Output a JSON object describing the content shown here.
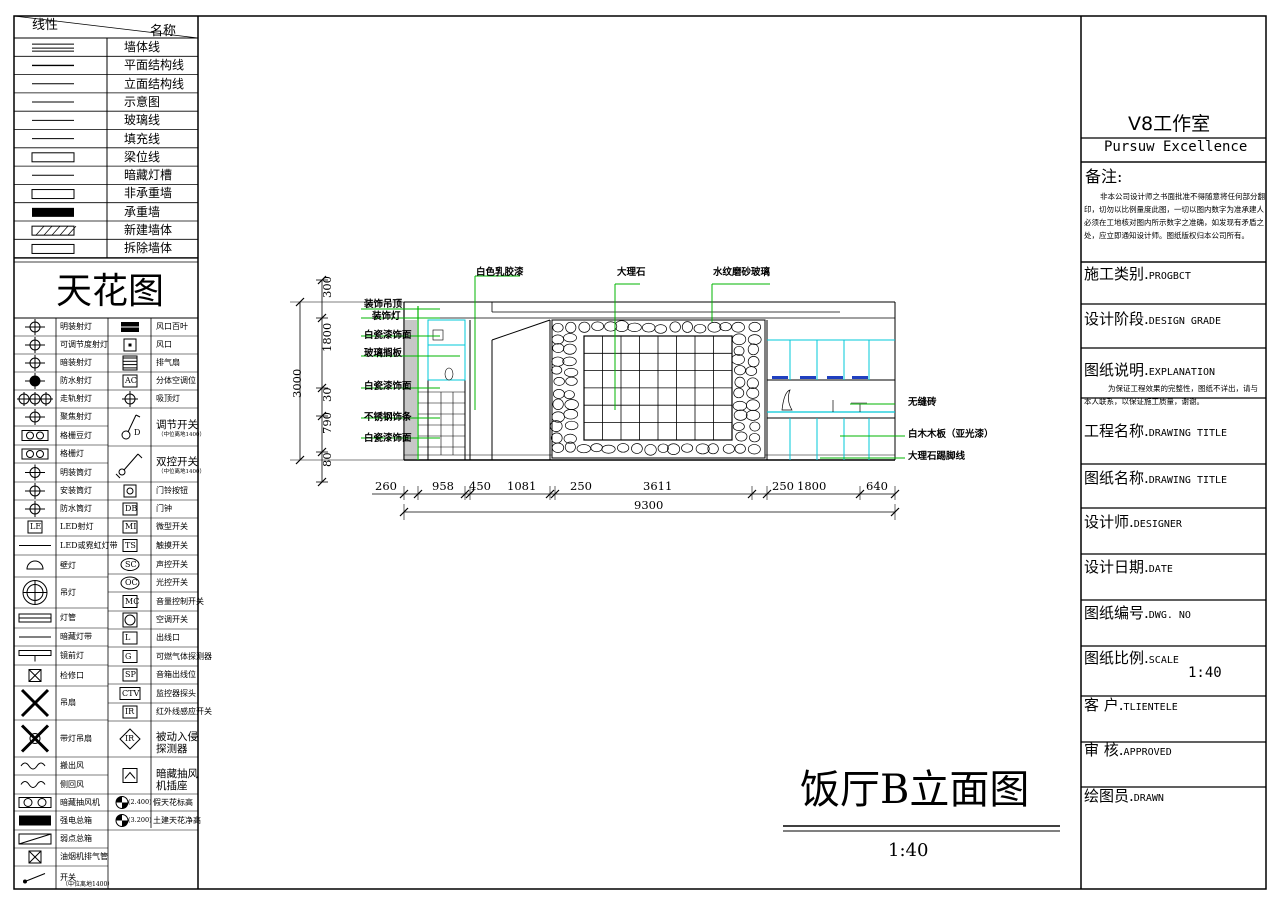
{
  "legend": {
    "header_left": "线性",
    "header_right": "名称",
    "line_types": [
      "墙体线",
      "平面结构线",
      "立面结构线",
      "示意图",
      "玻璃线",
      "填充线",
      "梁位线",
      "暗藏灯槽",
      "非承重墙",
      "承重墙",
      "新建墙体",
      "拆除墙体"
    ],
    "ceiling_title": "天花图",
    "symbols_left": [
      {
        "label": "明装射灯",
        "icon": "spot-light-icon"
      },
      {
        "label": "可调节度射灯",
        "icon": "adjustable-spot-icon"
      },
      {
        "label": "暗装射灯",
        "icon": "recessed-spot-icon"
      },
      {
        "label": "防水射灯",
        "icon": "waterproof-spot-icon"
      },
      {
        "label": "走轨射灯",
        "icon": "track-spot-icon"
      },
      {
        "label": "聚焦射灯",
        "icon": "focus-spot-icon"
      },
      {
        "label": "格栅豆灯",
        "icon": "grille-downlight-icon"
      },
      {
        "label": "格栅灯",
        "icon": "grille-light-icon"
      },
      {
        "label": "明装筒灯",
        "icon": "surface-downlight-icon"
      },
      {
        "label": "安装筒灯",
        "icon": "installed-downlight-icon"
      },
      {
        "label": "防水筒灯",
        "icon": "waterproof-downlight-icon"
      },
      {
        "label": "LED射灯",
        "icon": "led-spot-icon",
        "code": "LE"
      },
      {
        "label": "LED或霓虹灯带",
        "icon": "led-strip-icon"
      },
      {
        "label": "壁灯",
        "icon": "wall-lamp-icon"
      },
      {
        "label": "吊灯",
        "icon": "pendant-lamp-icon"
      },
      {
        "label": "灯管",
        "icon": "tube-light-icon"
      },
      {
        "label": "暗藏灯带",
        "icon": "hidden-strip-icon"
      },
      {
        "label": "镜前灯",
        "icon": "mirror-light-icon"
      },
      {
        "label": "检修口",
        "icon": "access-panel-icon"
      },
      {
        "label": "吊扇",
        "icon": "ceiling-fan-icon"
      },
      {
        "label": "带灯吊扇",
        "icon": "ceiling-fan-light-icon"
      },
      {
        "label": "搬出风",
        "icon": "exhaust-air-icon"
      },
      {
        "label": "侧回风",
        "icon": "side-return-air-icon"
      },
      {
        "label": "暗藏抽风机",
        "icon": "hidden-exhaust-fan-icon"
      },
      {
        "label": "强电总箱",
        "icon": "power-box-icon"
      },
      {
        "label": "弱点总箱",
        "icon": "low-voltage-box-icon"
      },
      {
        "label": "油烟机排气管",
        "icon": "range-hood-duct-icon"
      },
      {
        "label": "开关",
        "icon": "switch-icon",
        "sub": "（中位离地1400）"
      }
    ],
    "symbols_right": [
      {
        "label": "风口百叶",
        "icon": "louver-vent-icon"
      },
      {
        "label": "风口",
        "icon": "air-vent-icon"
      },
      {
        "label": "排气扇",
        "icon": "exhaust-fan-icon"
      },
      {
        "label": "分体空调位",
        "icon": "split-ac-icon",
        "code": "AC"
      },
      {
        "label": "吸顶灯",
        "icon": "ceiling-lamp-icon"
      },
      {
        "label": "调节开关",
        "icon": "dimmer-switch-icon",
        "sub": "（中位离地1400）",
        "code": "D"
      },
      {
        "label": "双控开关",
        "icon": "two-way-switch-icon",
        "sub": "（中位离地1400）"
      },
      {
        "label": "门铃按钮",
        "icon": "doorbell-button-icon"
      },
      {
        "label": "门钟",
        "icon": "door-chime-icon",
        "code": "DB"
      },
      {
        "label": "微型开关",
        "icon": "micro-switch-icon",
        "code": "MI"
      },
      {
        "label": "触摸开关",
        "icon": "touch-switch-icon",
        "code": "TS"
      },
      {
        "label": "声控开关",
        "icon": "sound-switch-icon",
        "code": "SC"
      },
      {
        "label": "光控开关",
        "icon": "light-switch-icon",
        "code": "OC"
      },
      {
        "label": "音量控制开关",
        "icon": "volume-switch-icon",
        "code": "MC"
      },
      {
        "label": "空调开关",
        "icon": "ac-switch-icon"
      },
      {
        "label": "出线口",
        "icon": "outlet-icon",
        "code": "L"
      },
      {
        "label": "可燃气体探测器",
        "icon": "gas-detector-icon",
        "code": "G"
      },
      {
        "label": "音箱出线位",
        "icon": "speaker-outlet-icon",
        "code": "SP"
      },
      {
        "label": "监控器探头",
        "icon": "cctv-icon",
        "code": "CTV"
      },
      {
        "label": "红外线感应开关",
        "icon": "infrared-switch-icon",
        "code": "IR"
      },
      {
        "label": "被动入侵探测器",
        "icon": "intrusion-detector-icon",
        "code": "IR"
      },
      {
        "label": "暗藏抽风机插座",
        "icon": "hidden-fan-socket-icon"
      },
      {
        "label": "假天花标高",
        "icon": "ceiling-height-icon",
        "code": "2.400"
      },
      {
        "label": "土建天花净高",
        "icon": "structural-height-icon",
        "code": "3.200"
      }
    ]
  },
  "drawing": {
    "title": "饭厅B立面图",
    "scale": "1:40",
    "callouts_top": [
      "白色乳胶漆",
      "大理石",
      "水纹磨砂玻璃"
    ],
    "callouts_left": [
      "装饰吊顶",
      "装饰灯",
      "白瓷漆饰面",
      "玻璃搁板",
      "白瓷漆饰面",
      "不锈钢饰条",
      "白瓷漆饰面"
    ],
    "callouts_right": [
      "无缝砖",
      "白木木板（亚光漆）",
      "大理石踢脚线"
    ],
    "dims_vertical": [
      "300",
      "1800",
      "30",
      "790",
      "80"
    ],
    "dim_vertical_total": "3000",
    "dims_horizontal": [
      "260",
      "958",
      "450",
      "1081",
      "250",
      "3611",
      "250",
      "1800",
      "640"
    ],
    "dim_horizontal_total": "9300"
  },
  "title_block": {
    "studio": "V8工作室",
    "slogan": "Pursuw Excellence",
    "remarks_label": "备注:",
    "remarks_text": "非本公司设计师之书面批准不得随意将任何部分翻印，切勿以比例量度此图，一切以图内数字为准承建人必须在工地核对图内所示数字之准确，如发现有矛盾之处，应立即通知设计师。图纸版权归本公司所有。",
    "fields": [
      {
        "label": "施工类别.",
        "sub": "PROGBCT"
      },
      {
        "label": "设计阶段.",
        "sub": "DESIGN GRADE"
      },
      {
        "label": "图纸说明.",
        "sub": "EXPLANATION",
        "note": "为保证工程效果的完整性，图纸不详出，请与本人联系，以保证施工质量，谢谢。"
      },
      {
        "label": "工程名称.",
        "sub": "DRAWING TITLE"
      },
      {
        "label": "图纸名称.",
        "sub": "DRAWING TITLE"
      },
      {
        "label": "设计师.",
        "sub": "DESIGNER"
      },
      {
        "label": "设计日期.",
        "sub": "DATE"
      },
      {
        "label": "图纸编号.",
        "sub": "DWG. NO"
      },
      {
        "label": "图纸比例.",
        "sub": "SCALE",
        "value": "1:40"
      },
      {
        "label": "客 户.",
        "sub": "TLIENTELE"
      },
      {
        "label": "审 核.",
        "sub": "APPROVED"
      },
      {
        "label": "绘图员.",
        "sub": "DRAWN"
      }
    ]
  },
  "colors": {
    "line": "#000000",
    "cyan": "#00c8d8",
    "green": "#00b400",
    "blue": "#2040c0"
  }
}
